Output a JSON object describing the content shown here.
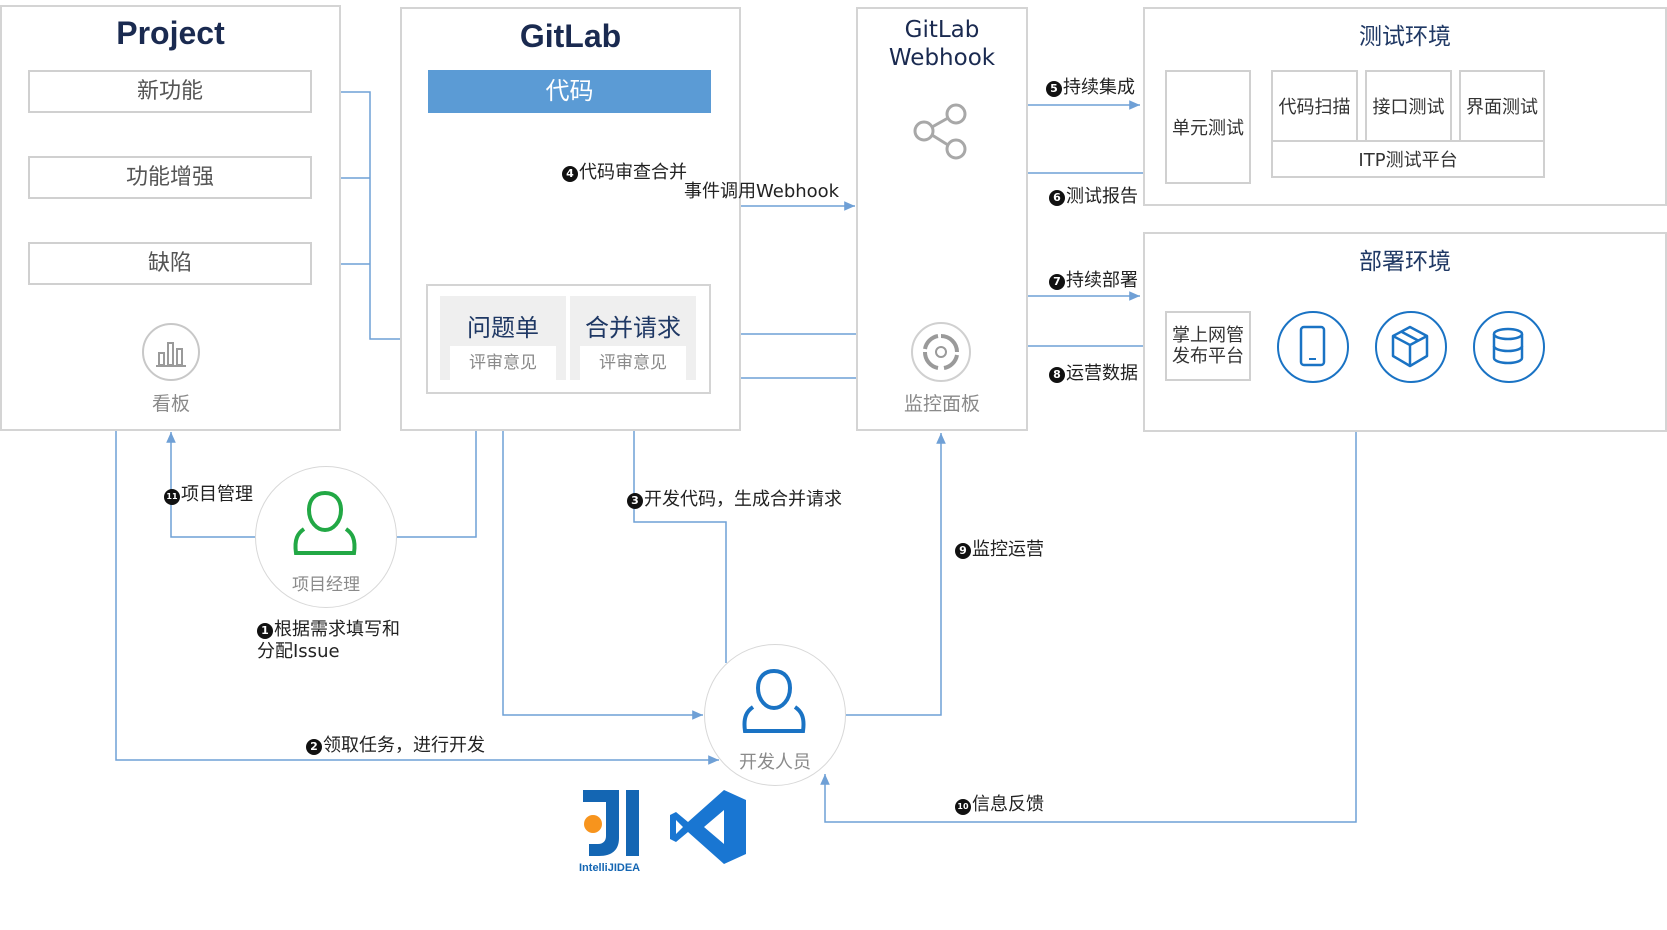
{
  "project": {
    "title": "Project",
    "items": [
      "新功能",
      "功能增强",
      "缺陷"
    ],
    "board_label": "看板"
  },
  "gitlab": {
    "title": "GitLab",
    "code_label": "代码",
    "cards": [
      {
        "title": "问题单",
        "sub": "评审意见"
      },
      {
        "title": "合并请求",
        "sub": "评审意见"
      }
    ]
  },
  "webhook": {
    "title_line1": "GitLab",
    "title_line2": "Webhook",
    "monitor_label": "监控面板"
  },
  "test_env": {
    "title": "测试环境",
    "unit_test": "单元测试",
    "code_scan": "代码扫描",
    "api_test": "接口测试",
    "ui_test": "界面测试",
    "platform": "ITP测试平台"
  },
  "deploy_env": {
    "title": "部署环境",
    "platform_line1": "掌上网管",
    "platform_line2": "发布平台"
  },
  "actors": {
    "pm": "项目经理",
    "dev": "开发人员"
  },
  "steps": {
    "s1_num": "1",
    "s1_line1": "根据需求填写和",
    "s1_line2": "分配Issue",
    "s2_num": "2",
    "s2": "领取任务，进行开发",
    "s3_num": "3",
    "s3": "开发代码，生成合并请求",
    "s4_num": "4",
    "s4": "代码审查合并",
    "event": "事件调用Webhook",
    "s5_num": "5",
    "s5": "持续集成",
    "s6_num": "6",
    "s6": "测试报告",
    "s7_num": "7",
    "s7": "持续部署",
    "s8_num": "8",
    "s8": "运营数据",
    "s9_num": "9",
    "s9": "监控运营",
    "s10_num": "10",
    "s10": "信息反馈",
    "s11_num": "11",
    "s11": "项目管理"
  },
  "logos": {
    "idea": "IntelliJIDEA"
  },
  "colors": {
    "accent_blue": "#5b9bd5",
    "line_blue": "#6fa0d6",
    "icon_blue": "#1a73c4",
    "pm_green": "#22a845",
    "title_navy": "#1a2a50"
  }
}
